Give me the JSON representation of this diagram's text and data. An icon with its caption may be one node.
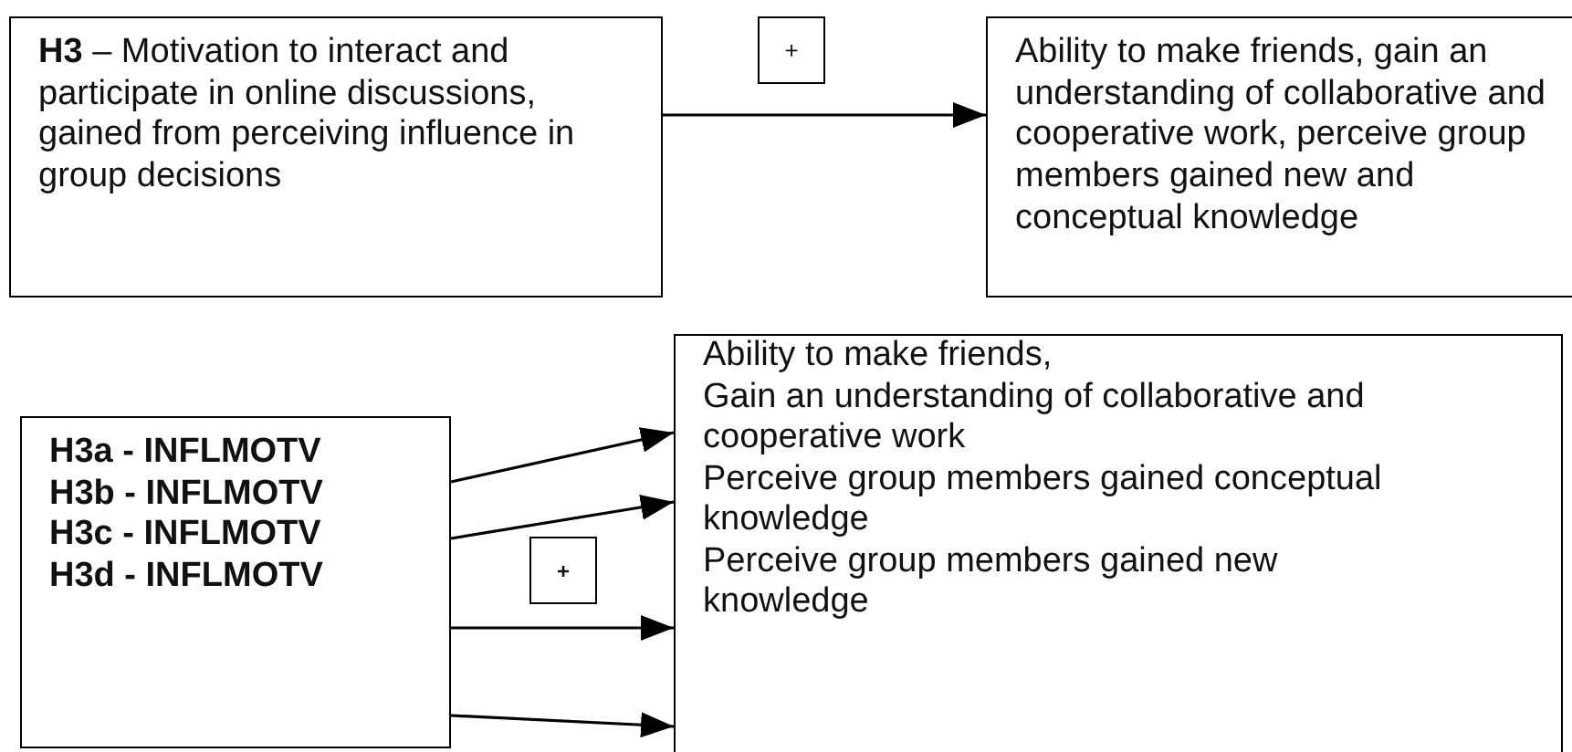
{
  "diagram": {
    "nodes": [
      {
        "text": [
          "**H3** – Motivation to interact and participate in online discussions, gained from perceiving influence in group decisions"
        ]
      },
      {
        "text": [
          "+"
        ]
      },
      {
        "text": [
          "Ability to make friends, gain an understanding of collaborative and cooperative work, perceive group members gained new and conceptual knowledge"
        ]
      },
      {
        "text": [
          "Ability to make friends,",
          "Gain an understanding of collaborative and cooperative work",
          "Perceive group members gained conceptual knowledge",
          "Perceive group members gained new knowledge"
        ]
      },
      {
        "text": [
          "H3a - INFLMOTV",
          "H3b - INFLMOTV",
          "H3c - INFLMOTV",
          "H3d - INFLMOTV"
        ]
      },
      {
        "text": [
          "+"
        ]
      }
    ],
    "edges": [
      {
        "from": 0,
        "to": 2,
        "arrow": "to"
      },
      {
        "from": 4,
        "to": 3,
        "arrow": "to"
      },
      {
        "from": 4,
        "to": 3,
        "arrow": "to"
      },
      {
        "from": 4,
        "to": 3,
        "arrow": "to"
      },
      {
        "from": 4,
        "to": 3,
        "arrow": "to"
      }
    ]
  }
}
